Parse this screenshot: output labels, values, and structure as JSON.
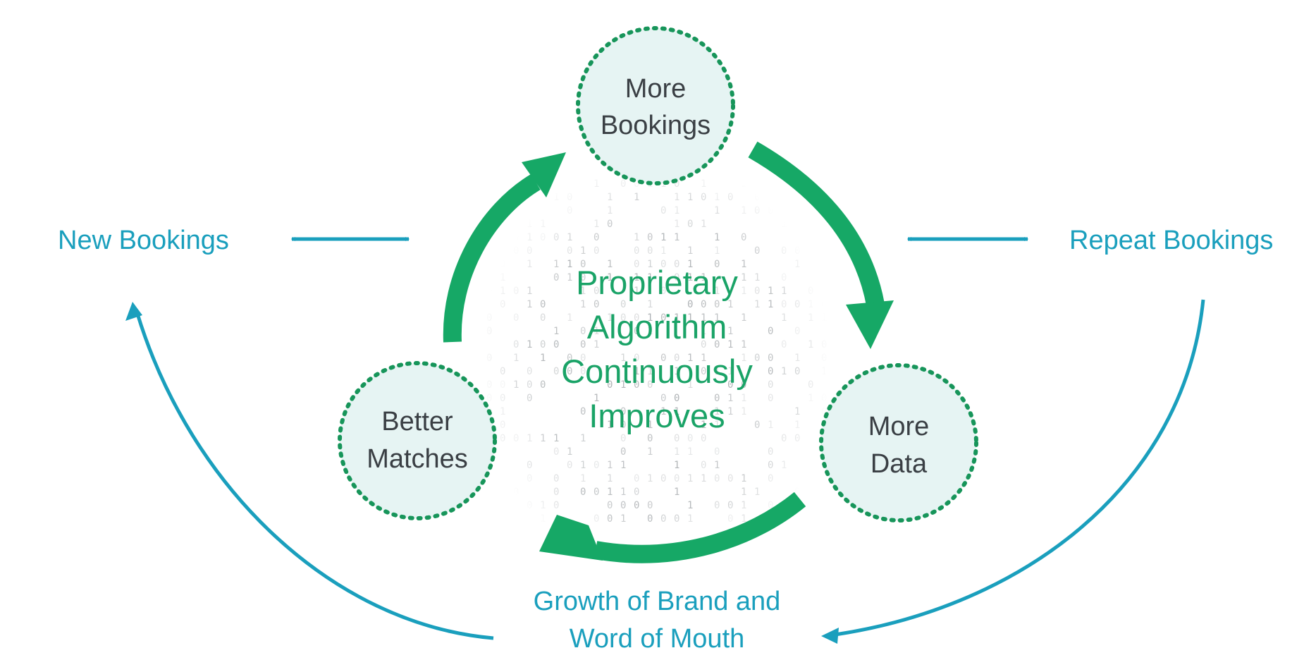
{
  "colors": {
    "green": "#16a866",
    "teal": "#1a9fbd",
    "node_fill": "#e6f4f3",
    "node_border": "#17955a",
    "node_text": "#3a3f44",
    "binary_text": "#a9adb0"
  },
  "nodes": {
    "top": {
      "line1": "More",
      "line2": "Bookings"
    },
    "right": {
      "line1": "More",
      "line2": "Data"
    },
    "left": {
      "line1": "Better",
      "line2": "Matches"
    }
  },
  "center": {
    "line1": "Proprietary",
    "line2": "Algorithm",
    "line3": "Continuously",
    "line4": "Improves"
  },
  "labels": {
    "new_bookings": "New Bookings",
    "repeat_bookings": "Repeat Bookings",
    "growth_line1": "Growth of Brand and",
    "growth_line2": "Word of Mouth"
  },
  "icons": {
    "cycle_arrow": "curved-arrow",
    "link_arrow": "double-headed-arrow",
    "outer_arrow": "curved-arrow"
  }
}
